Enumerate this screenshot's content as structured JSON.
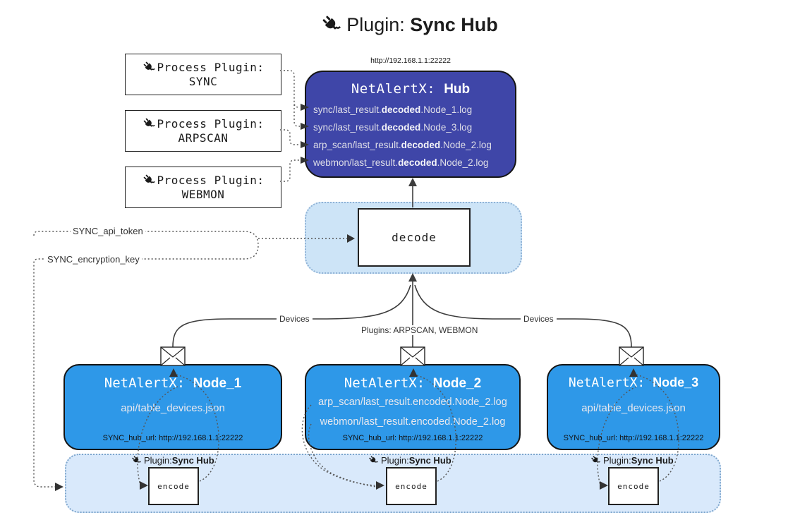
{
  "title": {
    "label": "Plugin:",
    "name": "Sync Hub"
  },
  "hub": {
    "url": "http://192.168.1.1:22222",
    "name_prefix": "NetAlertX: ",
    "name": "Hub",
    "logs": [
      {
        "pre": "sync/last_result.",
        "mid": "decoded",
        "post": ".Node_1.log"
      },
      {
        "pre": "sync/last_result.",
        "mid": "decoded",
        "post": ".Node_3.log"
      },
      {
        "pre": "arp_scan/last_result.",
        "mid": "decoded",
        "post": ".Node_2.log"
      },
      {
        "pre": "webmon/last_result.",
        "mid": "decoded",
        "post": ".Node_2.log"
      }
    ]
  },
  "process_plugins": [
    {
      "label": "Process Plugin:",
      "name": "SYNC"
    },
    {
      "label": "Process Plugin:",
      "name": "ARPSCAN"
    },
    {
      "label": "Process Plugin:",
      "name": "WEBMON"
    }
  ],
  "settings": {
    "api_token": "SYNC_api_token",
    "encryption_key": "SYNC_encryption_key"
  },
  "decode_label": "decode",
  "edge_labels": {
    "devices_left": "Devices",
    "devices_right": "Devices",
    "plugins": "Plugins: ARPSCAN, WEBMON"
  },
  "nodes": [
    {
      "name_prefix": "NetAlertX: ",
      "name": "Node_1",
      "files": [
        "api/table_devices.json"
      ],
      "hub_url": "SYNC_hub_url: http://192.168.1.1:22222"
    },
    {
      "name_prefix": "NetAlertX: ",
      "name": "Node_2",
      "files": [
        "arp_scan/last_result.encoded.Node_2.log",
        "webmon/last_result.encoded.Node_2.log"
      ],
      "hub_url": "SYNC_hub_url: http://192.168.1.1:22222"
    },
    {
      "name_prefix": "NetAlertX: ",
      "name": "Node_3",
      "files": [
        "api/table_devices.json"
      ],
      "hub_url": "SYNC_hub_url: http://192.168.1.1:22222"
    }
  ],
  "encode_sections": [
    {
      "label": "Plugin: ",
      "name": "Sync Hub",
      "box": "encode"
    },
    {
      "label": "Plugin: ",
      "name": "Sync Hub",
      "box": "encode"
    },
    {
      "label": "Plugin: ",
      "name": "Sync Hub",
      "box": "encode"
    }
  ],
  "colors": {
    "hub_fill": "#3f46a8",
    "node_fill": "#2e98e8",
    "band_fill": "#d9e9fb",
    "decode_container_fill": "#cde4f7",
    "dotted_border": "#7ea6cc",
    "light_text": "#e8e8ee"
  }
}
